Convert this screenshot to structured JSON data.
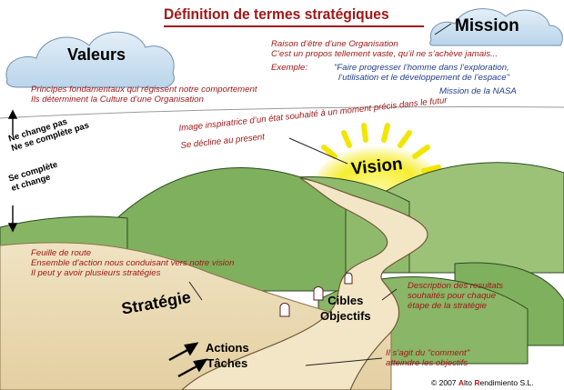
{
  "title": "Définition de termes stratégiques",
  "mission": {
    "heading": "Mission",
    "desc_line1": "Raison d’être d’une Organisation",
    "desc_line2": "C’est un propos tellement vaste, qu’il ne s’achève jamais...",
    "example_label": "Exemple:",
    "quote_line1": "\"Faire progresser l’homme dans l’exploration,",
    "quote_line2": "l’utilisation et le développement de l’espace\"",
    "source": "Mission de la NASA"
  },
  "valeurs": {
    "heading": "Valeurs",
    "desc_line1": "Principes fondamentaux qui régissent notre comportement",
    "desc_line2": "Ils déterminent la Culture d’une Organisation"
  },
  "side_labels": {
    "upper_line1": "Ne change pas",
    "upper_line2": "Ne se complète pas",
    "lower_line1": "Se complète",
    "lower_line2": "et change"
  },
  "vision": {
    "heading": "Vision",
    "desc_line1": "Image inspiratrice d’un état souhaité à un moment précis dans le futur",
    "desc_line2": "Se décline au present"
  },
  "strategie": {
    "heading": "Stratégie",
    "desc_line1": "Feuille de route",
    "desc_line2": "Ensemble d’action nous conduisant vers notre vision",
    "desc_line3": "Il peut y avoir plusieurs stratégies"
  },
  "cibles": {
    "heading_line1": "Cibles",
    "heading_line2": "Objectifs",
    "desc_line1": "Description des resultats",
    "desc_line2": "souhaités pour chaque",
    "desc_line3": "étape de la stratégie"
  },
  "actions": {
    "heading_line1": "Actions",
    "heading_line2": "Tâches",
    "desc_line1": "Il s’agit du \"comment\"",
    "desc_line2": "atteindre les objectifs"
  },
  "copyright": {
    "prefix": "© 2007 ",
    "brand_a": "A",
    "brand_mid": "lto ",
    "brand_r": "R",
    "brand_end": "endimiento S.L."
  },
  "colors": {
    "label_red": "#a01818",
    "quote_blue": "#223d8a",
    "hill_green": "#7fb05d",
    "road_tan": "#ecdcb8",
    "sun_yellow": "#f2e600",
    "cloud_blue": "#c9dff0"
  }
}
